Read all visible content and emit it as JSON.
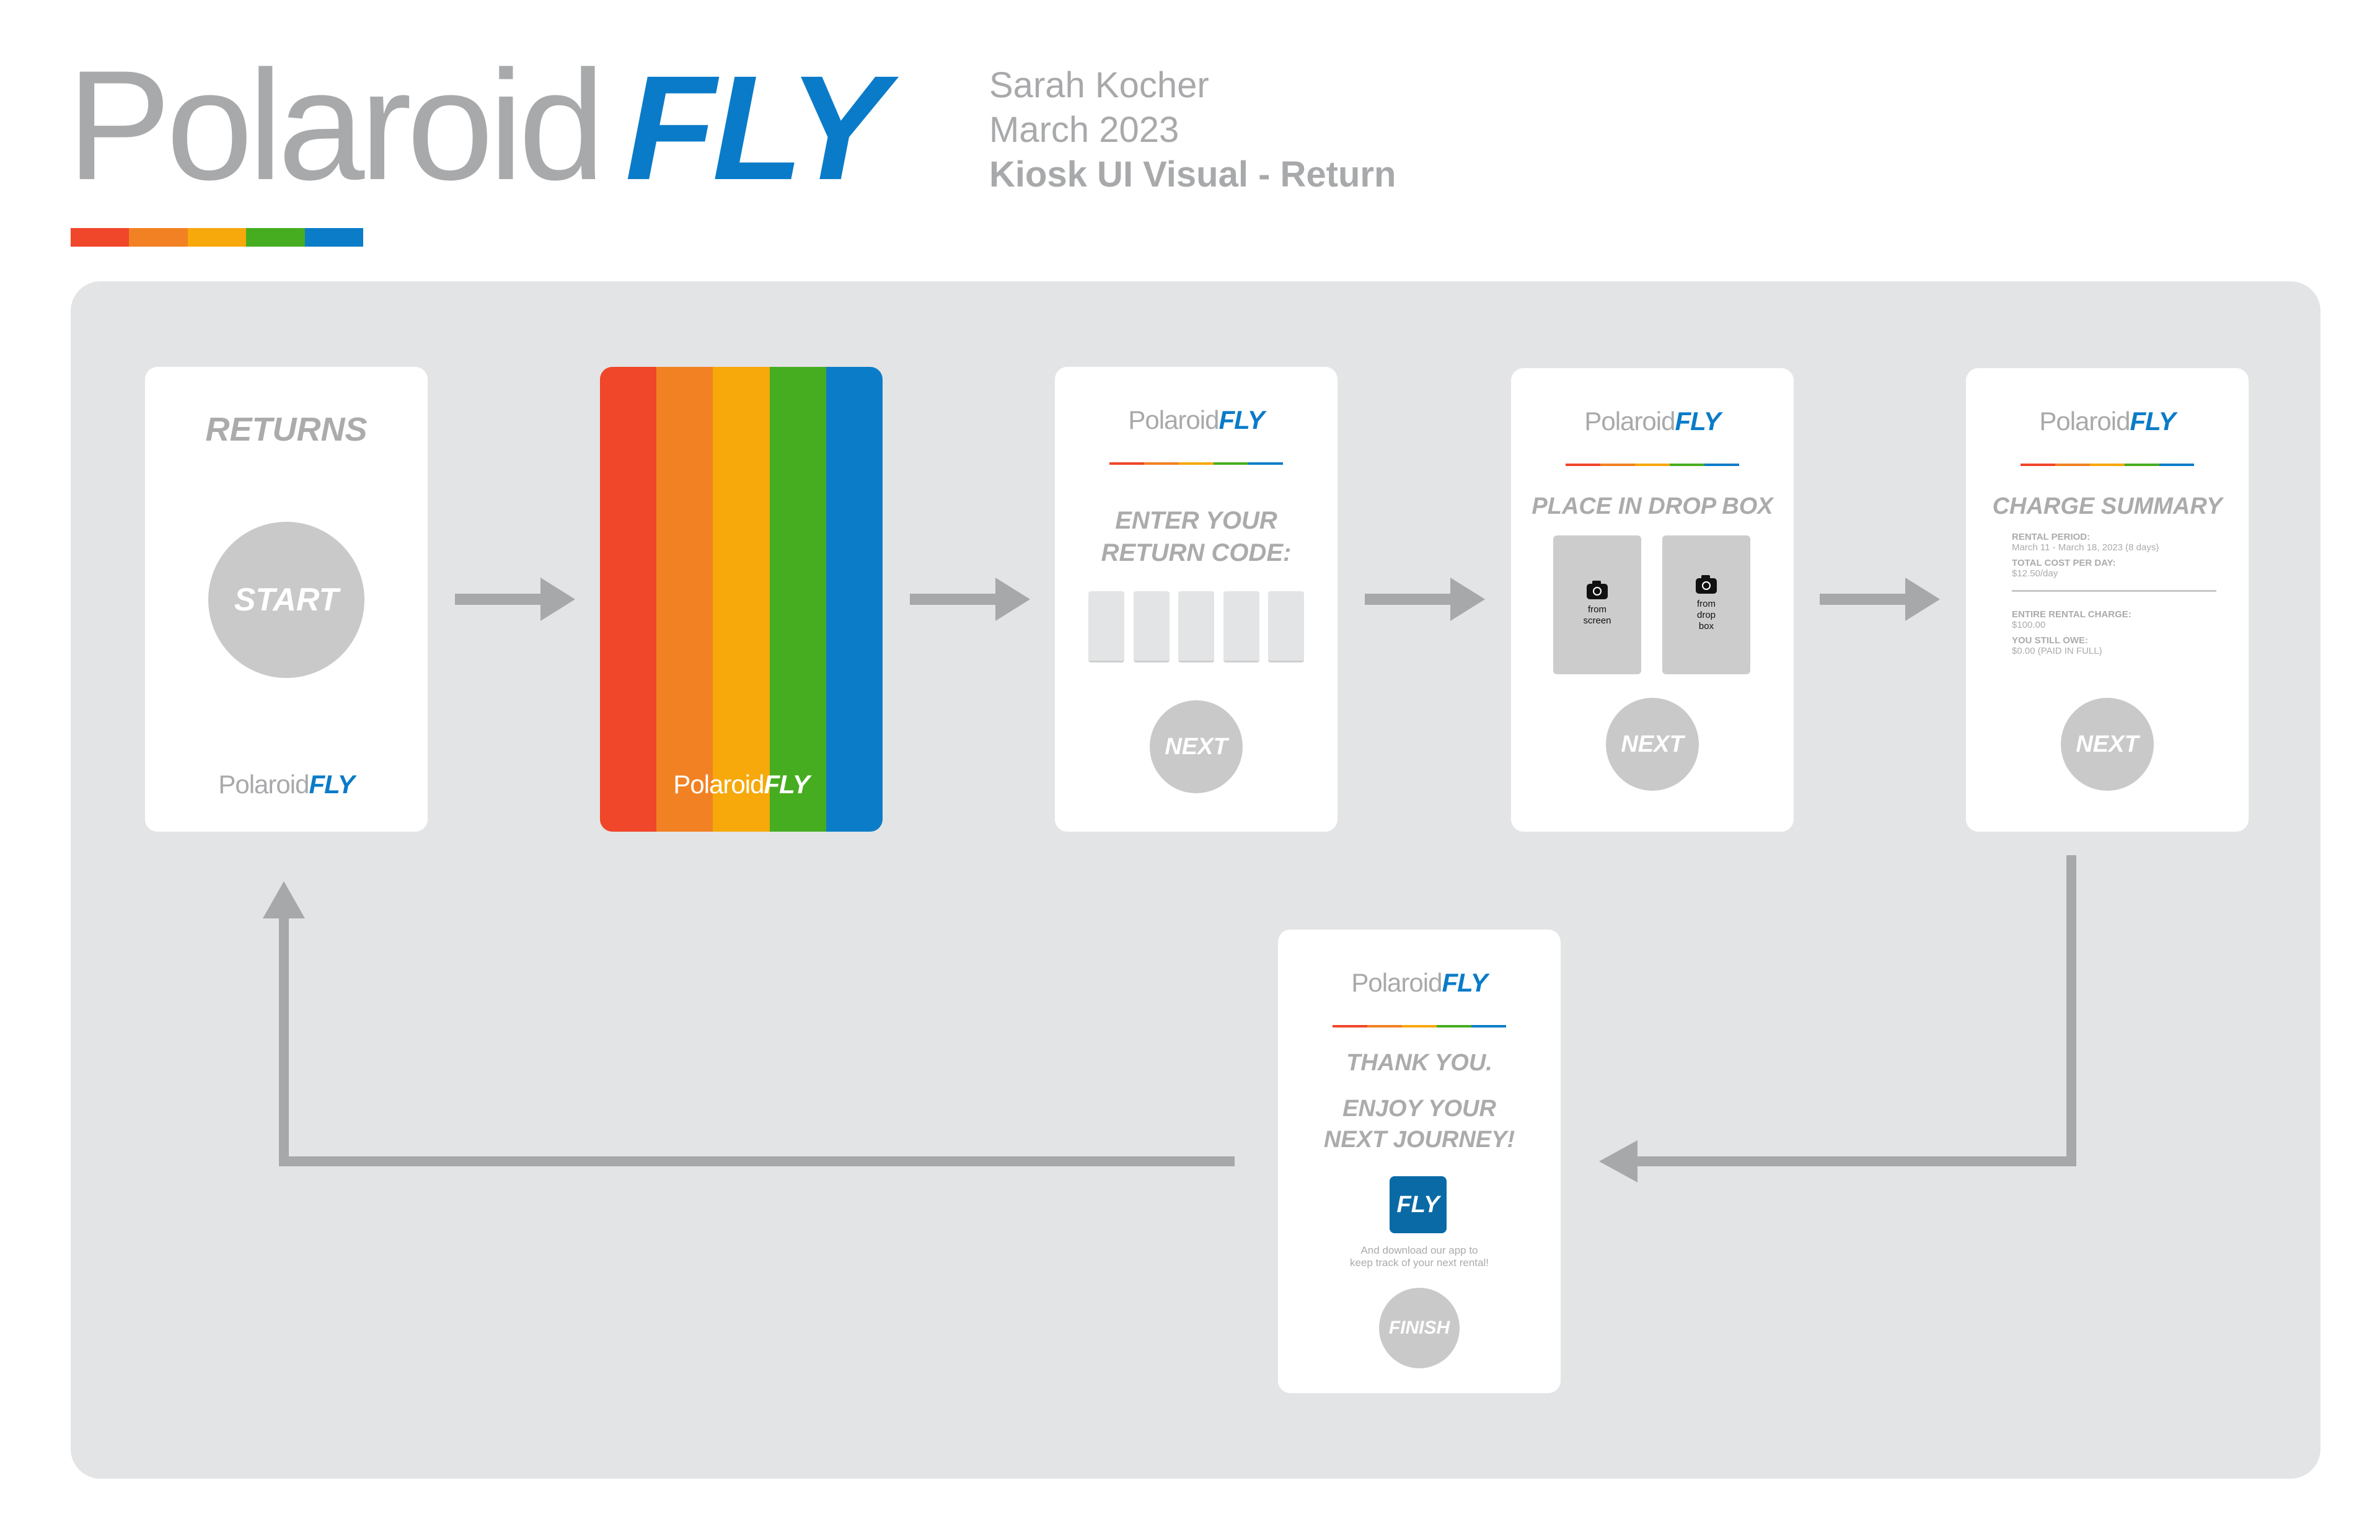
{
  "brand": {
    "polaroid": "Polaroid",
    "fly": "FLY",
    "colors": [
      "#f0462a",
      "#f28123",
      "#f7a80a",
      "#46ad20",
      "#0b7dc8"
    ]
  },
  "meta": {
    "author": "Sarah Kocher",
    "date": "March 2023",
    "title": "Kiosk UI Visual - Return"
  },
  "screens": {
    "start": {
      "heading": "RETURNS",
      "button": "START"
    },
    "code": {
      "line1": "ENTER YOUR",
      "line2": "RETURN CODE:",
      "button": "NEXT"
    },
    "dropbox": {
      "heading": "PLACE IN DROP BOX",
      "photo_left": "from screen",
      "photo_right": "from drop box",
      "button": "NEXT"
    },
    "summary": {
      "heading": "CHARGE SUMMARY",
      "rental_period_label": "RENTAL PERIOD:",
      "rental_period_value": "March 11 - March 18, 2023 (8 days)",
      "cost_label": "TOTAL COST PER DAY:",
      "cost_value": "$12.50/day",
      "entire_label": "ENTIRE RENTAL CHARGE:",
      "entire_value": "$100.00",
      "owe_label": "YOU STILL OWE:",
      "owe_value": "$0.00 (PAID IN FULL)",
      "button": "NEXT"
    },
    "thanks": {
      "line1": "THANK YOU.",
      "line2": "ENJOY YOUR",
      "line3": "NEXT JOURNEY!",
      "app_icon": "FLY",
      "app_line1": "And download our app to",
      "app_line2": "keep track of your next rental!",
      "button": "FINISH"
    }
  },
  "icons": [
    "camera-icon",
    "arrow-right-icon",
    "arrow-up-icon",
    "arrow-left-icon"
  ]
}
